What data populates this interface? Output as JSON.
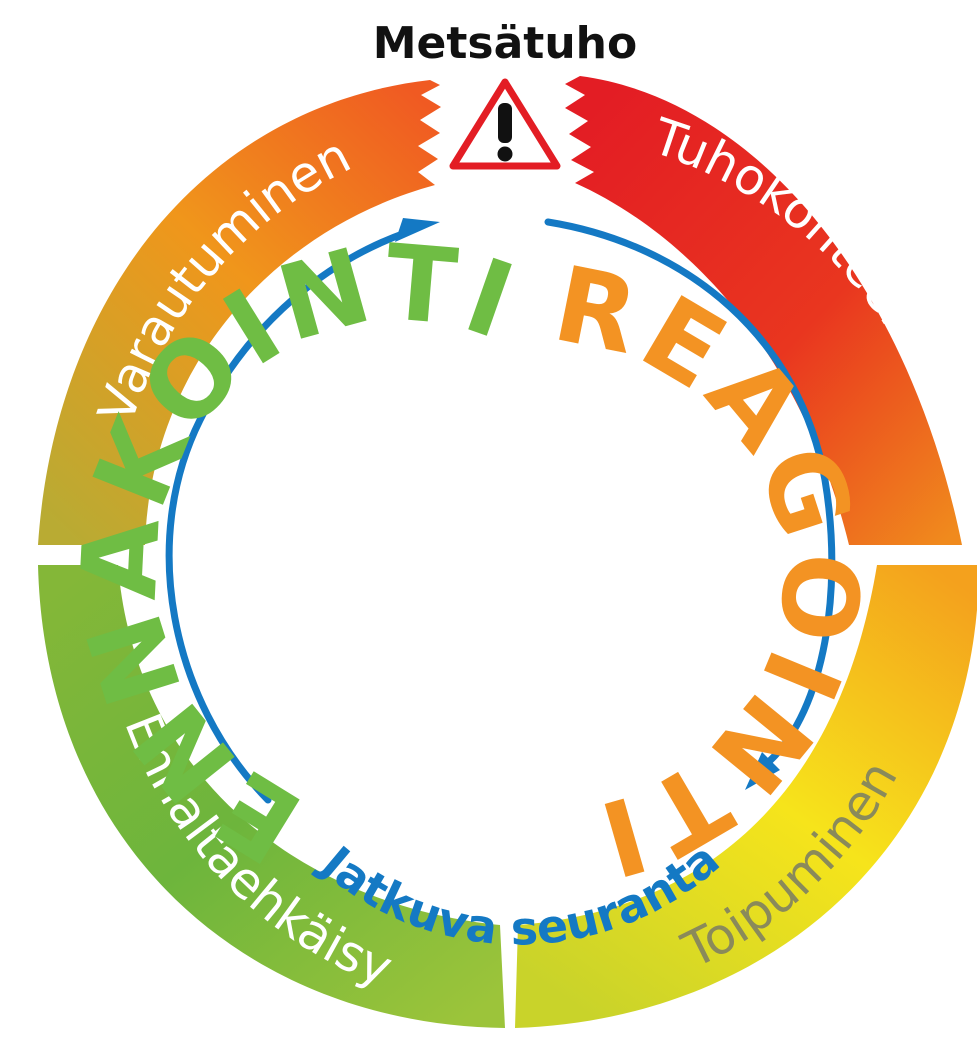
{
  "title": "Metsätuho",
  "segments": {
    "preparation": "Varautuminen",
    "response": "Tuhokohteen hoito",
    "prevention": "Ennaltaehkäisy",
    "recovery": "Toipuminen"
  },
  "phases": {
    "anticipation": "ENNAKOINTI",
    "reaction": "REAGOINTI"
  },
  "monitoring": "Jatkuva seuranta",
  "colors": {
    "red": "#e31d24",
    "orange": "#f08a1d",
    "yellow": "#f7ec16",
    "green": "#6db53c",
    "olive": "#c0ad2d",
    "blue": "#1479c4",
    "phase_green": "#6fbd44",
    "phase_orange": "#f39323"
  },
  "icon": "warning-triangle-icon"
}
